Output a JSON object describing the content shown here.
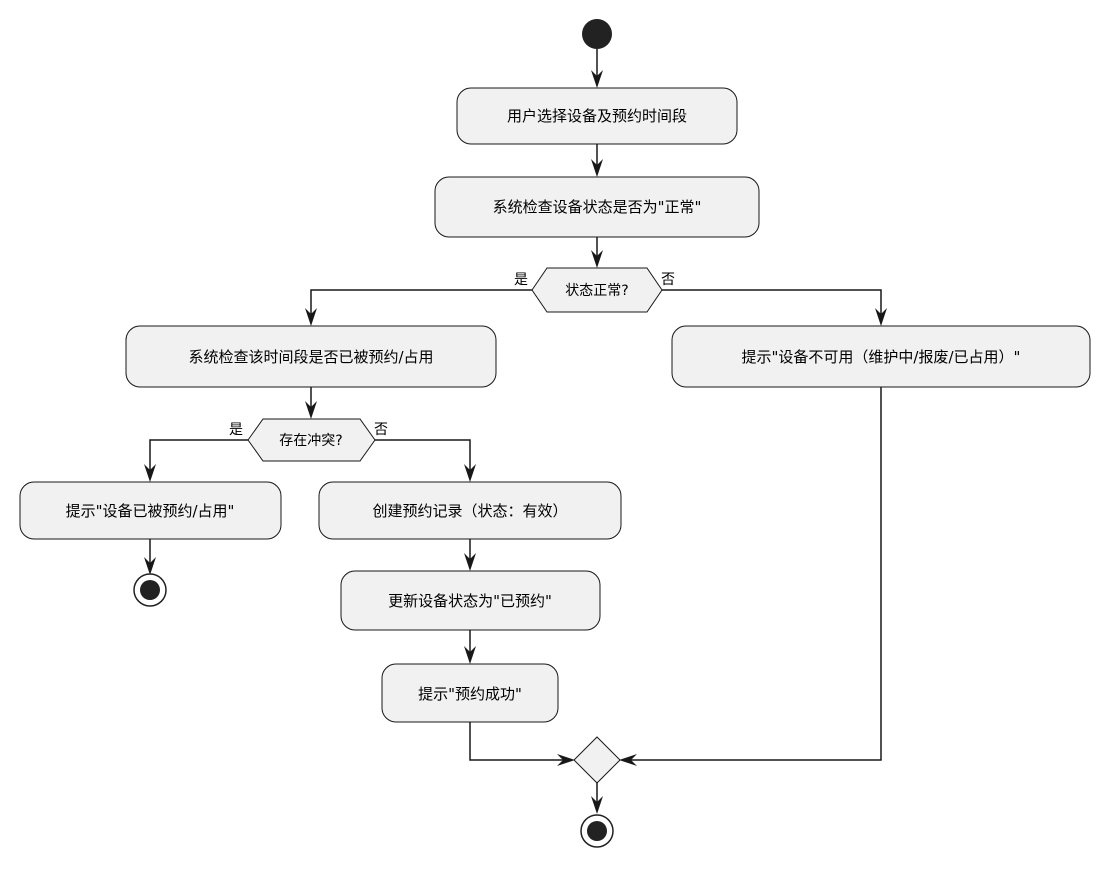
{
  "diagram": {
    "nodes": {
      "select": "用户选择设备及预约时间段",
      "check_status": "系统检查设备状态是否为\"正常\"",
      "check_time": "系统检查该时间段是否已被预约/占用",
      "unavailable": "提示\"设备不可用（维护中/报废/已占用）\"",
      "conflict_msg": "提示\"设备已被预约/占用\"",
      "create": "创建预约记录（状态：有效）",
      "update": "更新设备状态为\"已预约\"",
      "success": "提示\"预约成功\""
    },
    "decisions": {
      "status_ok": "状态正常?",
      "conflict": "存在冲突?"
    },
    "branch_labels": {
      "status_yes": "是",
      "status_no": "否",
      "conflict_yes": "是",
      "conflict_no": "否"
    }
  }
}
